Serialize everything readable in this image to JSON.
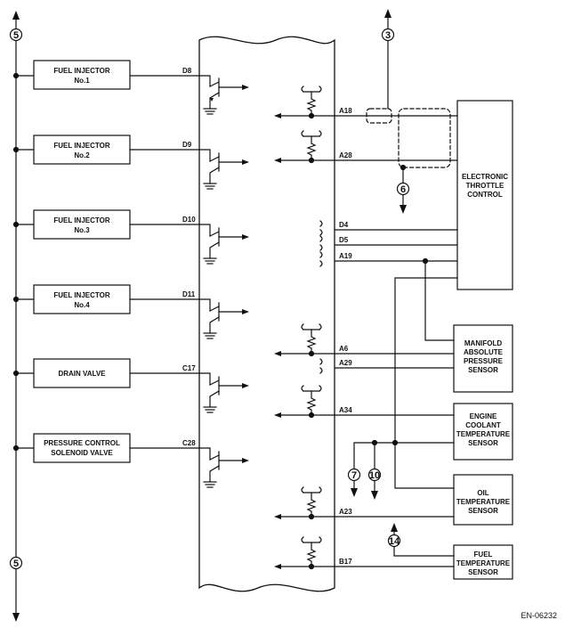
{
  "left_devices": [
    {
      "line1": "FUEL INJECTOR",
      "line2": "No.1",
      "pin": "D8"
    },
    {
      "line1": "FUEL INJECTOR",
      "line2": "No.2",
      "pin": "D9"
    },
    {
      "line1": "FUEL INJECTOR",
      "line2": "No.3",
      "pin": "D10"
    },
    {
      "line1": "FUEL INJECTOR",
      "line2": "No.4",
      "pin": "D11"
    },
    {
      "line1": "DRAIN VALVE",
      "line2": "",
      "pin": "C17"
    },
    {
      "line1": "PRESSURE CONTROL",
      "line2": "SOLENOID VALVE",
      "pin": "C28"
    }
  ],
  "right_devices": [
    {
      "lines": [
        "ELECTRONIC",
        "THROTTLE",
        "CONTROL"
      ]
    },
    {
      "lines": [
        "MANIFOLD",
        "ABSOLUTE",
        "PRESSURE",
        "SENSOR"
      ]
    },
    {
      "lines": [
        "ENGINE",
        "COOLANT",
        "TEMPERATURE",
        "SENSOR"
      ]
    },
    {
      "lines": [
        "OIL",
        "TEMPERATURE",
        "SENSOR"
      ]
    },
    {
      "lines": [
        "FUEL",
        "TEMPERATURE",
        "SENSOR"
      ]
    }
  ],
  "right_pins": [
    "A18",
    "A28",
    "D4",
    "D5",
    "A19",
    "A6",
    "A29",
    "A34",
    "A23",
    "B17"
  ],
  "connector_refs": [
    "5",
    "5",
    "3",
    "6",
    "7",
    "10",
    "14"
  ],
  "doc_code": "EN-06232"
}
